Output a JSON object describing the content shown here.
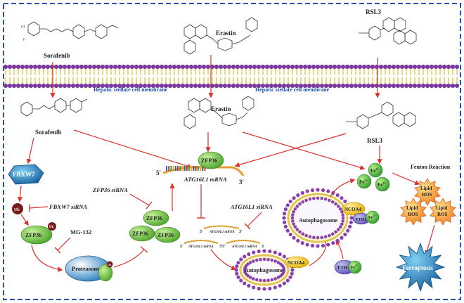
{
  "drugs": {
    "sorafenib": "Sorafenib",
    "erastin": "Erastin",
    "rsl3": "RSL3"
  },
  "membrane": {
    "label_left": "Hepatic stellate cell membrane",
    "label_right": "Hepatic stellate cell membrane"
  },
  "proteins": {
    "fbxw7": "FBXW7",
    "ub": "Ub",
    "zfp36": "ZFP36",
    "ncoa4": "NCOA4",
    "fth1": "FTH1",
    "proteasome": "Proteasome",
    "autophagosome": "Autophagosome"
  },
  "rna": {
    "atg16l1_mrna": "ATG16L1 mRNA",
    "atg16l1_small": "ATG16L1 mRNA",
    "five_prime": "5'",
    "three_prime": "3'"
  },
  "inhibitors": {
    "zfp36_sirna": "ZFP36 siRNA",
    "fbxw7_sirna": "FBXW7 siRNA",
    "mg132": "MG-132",
    "atg16l1_sirna": "ATG16L1 siRNA"
  },
  "iron": {
    "fe": "Fe",
    "charge": "2+",
    "fenton": "Fenton Reaction",
    "lipid_ros_line1": "Lipid",
    "lipid_ros_line2": "ROS",
    "ferroptosis": "Ferroptosis"
  }
}
